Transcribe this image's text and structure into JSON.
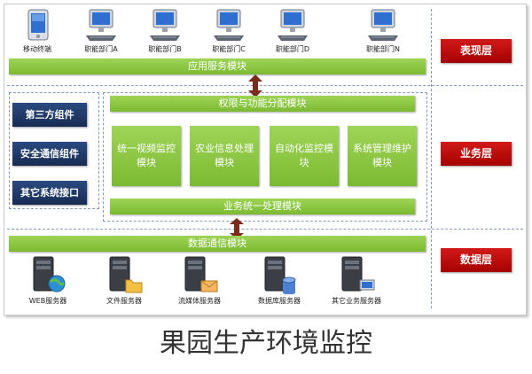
{
  "clients": [
    "移动终端",
    "职能部门A",
    "职能部门B",
    "职能部门C",
    "职能部门D",
    "职能部门N"
  ],
  "modules": {
    "app_service": "应用服务模块",
    "permission": "权限与功能分配模块",
    "business_unified": "业务统一处理模块",
    "data_comm": "数据通信模块",
    "functions": [
      "统一视频监控模块",
      "农业信息处理模块",
      "自动化监控模块",
      "系统管理维护模块"
    ]
  },
  "components": [
    "第三方组件",
    "安全通信组件",
    "其它系统接口"
  ],
  "layers": [
    "表现层",
    "业务层",
    "数据层"
  ],
  "servers": [
    "WEB服务器",
    "文件服务器",
    "流媒体服务器",
    "数据库服务器",
    "其它业务服务器"
  ],
  "caption": "果园生产环境监控",
  "colors": {
    "green": "#8dc63f",
    "navy": "#1f3864",
    "red": "#c00000",
    "arrow": "#7a2b1a"
  }
}
